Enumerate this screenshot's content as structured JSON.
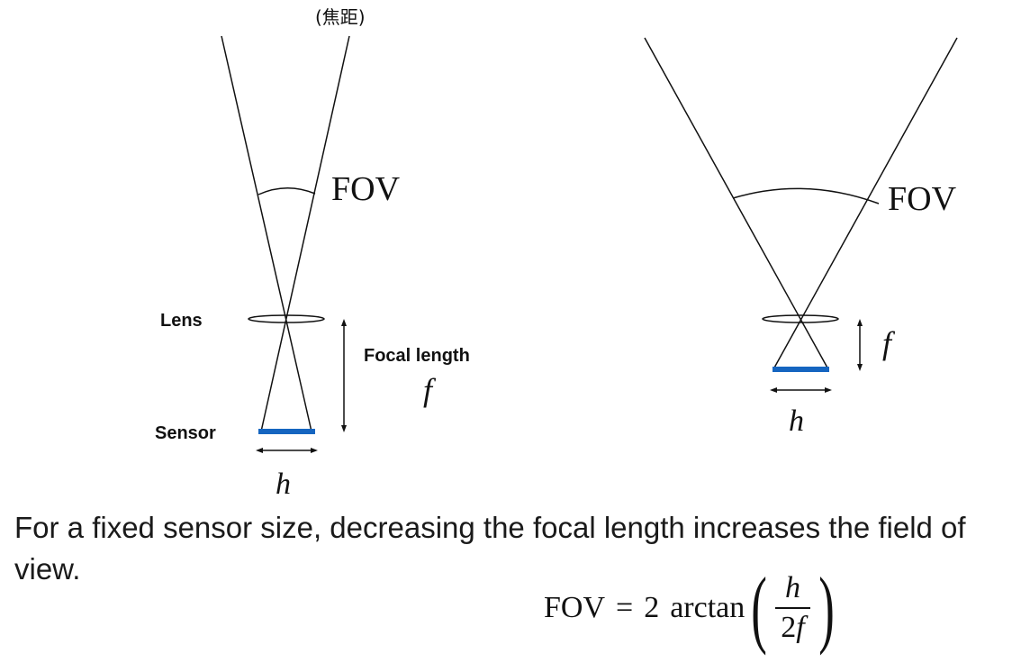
{
  "top_label": "(焦距)",
  "left_diagram": {
    "fov_label": "FOV",
    "lens_label": "Lens",
    "sensor_label": "Sensor",
    "focal_length_label": "Focal length",
    "focal_symbol": "f",
    "sensor_symbol": "h"
  },
  "right_diagram": {
    "fov_label": "FOV",
    "focal_symbol": "f",
    "sensor_symbol": "h"
  },
  "caption": "For a fixed sensor size, decreasing the focal length increases the field of view.",
  "formula": {
    "lhs": "FOV",
    "equals": "=",
    "coef": "2",
    "func": "arctan",
    "open_paren": "(",
    "numerator": "h",
    "denominator_coef": "2",
    "denominator_var": "f",
    "close_paren": ")"
  },
  "colors": {
    "line": "#111111",
    "sensor": "#1565c0",
    "text": "#111111"
  }
}
